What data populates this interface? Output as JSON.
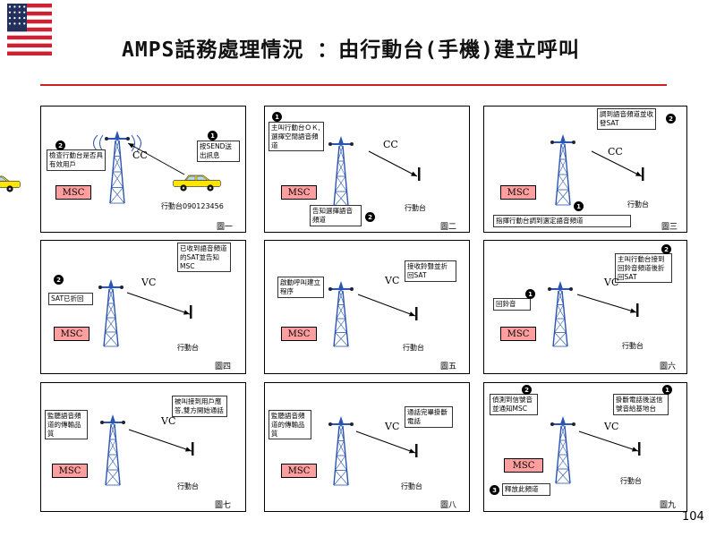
{
  "slide": {
    "title": "AMPS話務處理情況 ：由行動台(手機)建立呼叫",
    "page_number": "104"
  },
  "colors": {
    "accent_line": "#cc2222",
    "msc_fill": "#ff9e9e",
    "tower_blue": "#2a55b0",
    "car_yellow": "#ffe600",
    "flag_red": "#cc2233",
    "flag_blue": "#23305e"
  },
  "panels": [
    {
      "caption": "圖一",
      "channel": "CC",
      "msc_label": "MSC",
      "mobile_label": "行動台090123456",
      "badges": [
        "2",
        "1"
      ],
      "callouts": [
        "檢查行動台是否具有效用戶",
        "按SEND送出訊息"
      ]
    },
    {
      "caption": "圖二",
      "channel": "CC",
      "msc_label": "MSC",
      "mobile_label": "行動台",
      "badges": [
        "1",
        "2"
      ],
      "callouts": [
        "主叫行動台ＯＫ,選擇空閒語音頻道",
        "告知選擇語音頻道"
      ]
    },
    {
      "caption": "圖三",
      "channel": "CC",
      "msc_label": "MSC",
      "mobile_label": "行動台",
      "badges": [
        "2",
        "1"
      ],
      "callouts": [
        "調到語音頻道並收發SAT",
        "指揮行動台調到選定語音頻道"
      ]
    },
    {
      "caption": "圖四",
      "channel": "VC",
      "msc_label": "MSC",
      "mobile_label": "行動台",
      "badges": [
        "2"
      ],
      "callouts": [
        "已收到語音頻道的SAT並告知MSC",
        "SAT已折回"
      ]
    },
    {
      "caption": "圖五",
      "channel": "VC",
      "msc_label": "MSC",
      "mobile_label": "行動台",
      "badges": [],
      "callouts": [
        "啟動呼叫建立程序",
        "接收鈴聲並折回SAT"
      ]
    },
    {
      "caption": "圖六",
      "channel": "VC",
      "msc_label": "MSC",
      "mobile_label": "行動台",
      "badges": [
        "2",
        "1"
      ],
      "callouts": [
        "主叫行動台接到回鈴音頻道後折回SAT",
        "回鈴音"
      ]
    },
    {
      "caption": "圖七",
      "channel": "VC",
      "msc_label": "MSC",
      "mobile_label": "行動台",
      "badges": [],
      "callouts": [
        "監聽語音頻道的傳輸品質",
        "被叫接到用戶應答,雙方開始通話"
      ]
    },
    {
      "caption": "圖八",
      "channel": "VC",
      "msc_label": "MSC",
      "mobile_label": "行動台",
      "badges": [],
      "callouts": [
        "監聽語音頻道的傳輸品質",
        "通話完畢掛斷電話"
      ]
    },
    {
      "caption": "圖九",
      "channel": "VC",
      "msc_label": "MSC",
      "mobile_label": "行動台",
      "badges": [
        "2",
        "1",
        "3"
      ],
      "callouts": [
        "偵測到信號音並通知MSC",
        "掛斷電話後送信號音給基地台",
        "釋放此頻道"
      ]
    }
  ]
}
